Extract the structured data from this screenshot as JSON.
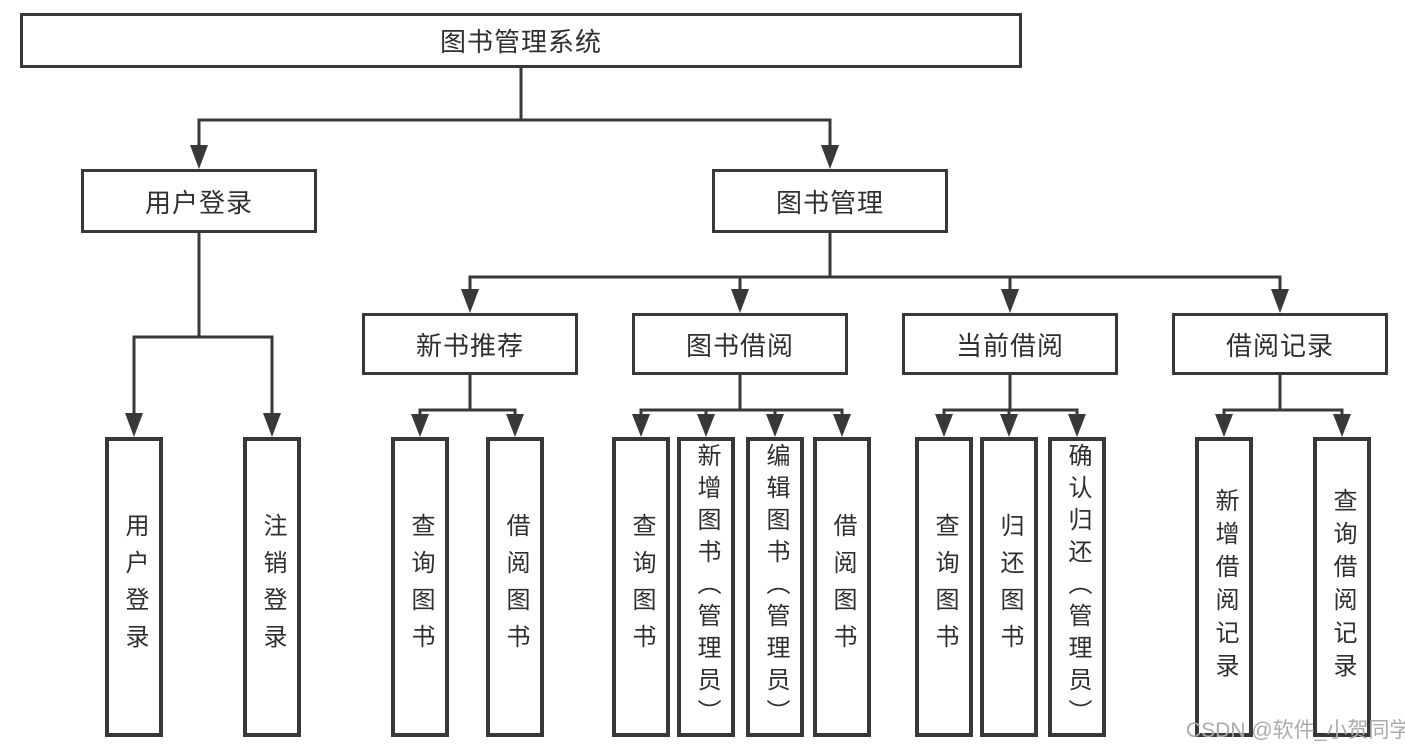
{
  "diagram": {
    "title": "图书管理系统",
    "watermark": "CSDN @软件_小贺同学",
    "colors": {
      "line": "#383838",
      "box_border": "#383838",
      "box_fill": "#ffffff",
      "text": "#2f2f2f",
      "watermark": "#ababab",
      "background": "#ffffff"
    },
    "nodes": {
      "root": {
        "label": "图书管理系统"
      },
      "user_login": {
        "label": "用户登录"
      },
      "book_management": {
        "label": "图书管理"
      },
      "new_book_recommend": {
        "label": "新书推荐"
      },
      "book_borrow": {
        "label": "图书借阅"
      },
      "current_borrow": {
        "label": "当前借阅"
      },
      "borrow_records": {
        "label": "借阅记录"
      },
      "leaf_user_login": {
        "label": "用户登录"
      },
      "leaf_logout": {
        "label": "注销登录"
      },
      "leaf_nb_query_books": {
        "label": "查询图书"
      },
      "leaf_nb_borrow_books": {
        "label": "借阅图书"
      },
      "leaf_bb_query_books": {
        "label": "查询图书"
      },
      "leaf_bb_add_books": {
        "label": "新增图书（管理员）"
      },
      "leaf_bb_edit_books": {
        "label": "编辑图书（管理员）"
      },
      "leaf_bb_borrow_books": {
        "label": "借阅图书"
      },
      "leaf_cb_query_books": {
        "label": "查询图书"
      },
      "leaf_cb_return_books": {
        "label": "归还图书"
      },
      "leaf_cb_confirm_return": {
        "label": "确认归还（管理员）"
      },
      "leaf_br_add_record": {
        "label": "新增借阅记录"
      },
      "leaf_br_query_record": {
        "label": "查询借阅记录"
      }
    },
    "structure": [
      {
        "parent": "图书管理系统",
        "children": [
          "用户登录",
          "图书管理"
        ]
      },
      {
        "parent": "用户登录",
        "children": [
          "用户登录",
          "注销登录"
        ]
      },
      {
        "parent": "图书管理",
        "children": [
          "新书推荐",
          "图书借阅",
          "当前借阅",
          "借阅记录"
        ]
      },
      {
        "parent": "新书推荐",
        "children": [
          "查询图书",
          "借阅图书"
        ]
      },
      {
        "parent": "图书借阅",
        "children": [
          "查询图书",
          "新增图书（管理员）",
          "编辑图书（管理员）",
          "借阅图书"
        ]
      },
      {
        "parent": "当前借阅",
        "children": [
          "查询图书",
          "归还图书",
          "确认归还（管理员）"
        ]
      },
      {
        "parent": "借阅记录",
        "children": [
          "新增借阅记录",
          "查询借阅记录"
        ]
      }
    ]
  }
}
